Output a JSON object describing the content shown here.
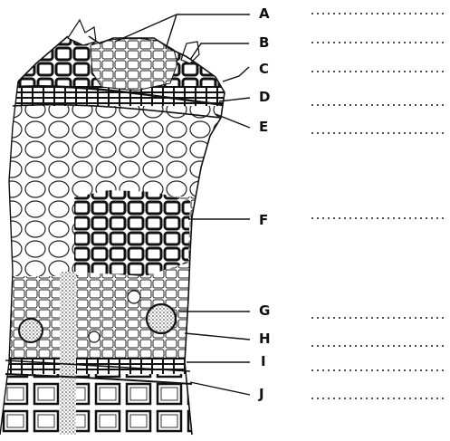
{
  "labels": [
    "A",
    "B",
    "C",
    "D",
    "E",
    "F",
    "G",
    "H",
    "I",
    "J"
  ],
  "answer_lines": [
    "",
    "",
    "",
    "",
    "",
    "",
    "",
    "",
    "",
    "",
    ""
  ]
}
